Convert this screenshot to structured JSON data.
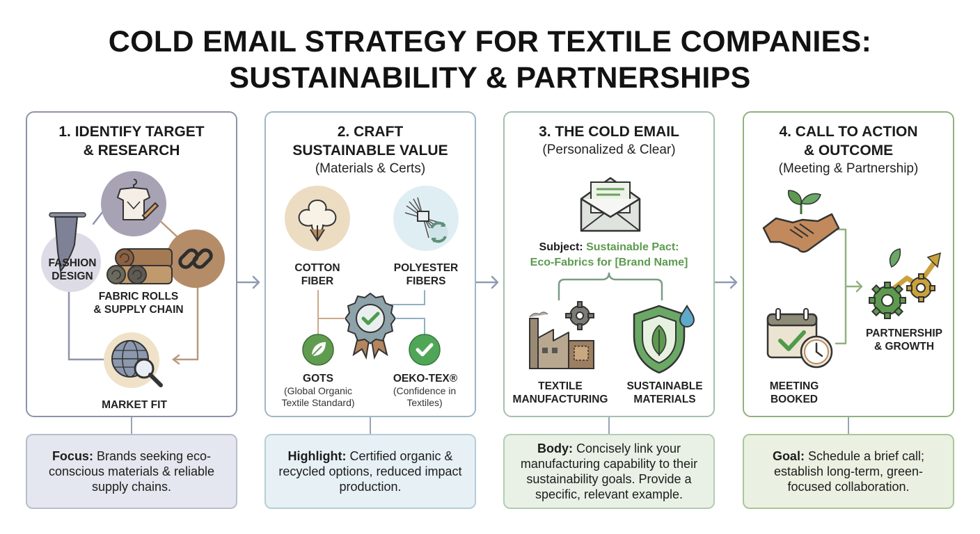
{
  "title": {
    "line1": "COLD EMAIL STRATEGY FOR TEXTILE COMPANIES:",
    "line2": "SUSTAINABILITY & PARTNERSHIPS"
  },
  "colors": {
    "step1": "#8c93a8",
    "step2": "#9fb6c4",
    "step3": "#a5bfae",
    "step4": "#8fb27c",
    "accent_green": "#5d9a4f"
  },
  "steps": [
    {
      "title_line1": "1. IDENTIFY TARGET",
      "title_line2": "& RESEARCH",
      "items": {
        "fashion": {
          "line1": "FASHION",
          "line2": "DESIGN",
          "icon": "dress-icon"
        },
        "fabric": {
          "line1": "FABRIC ROLLS",
          "line2": "& SUPPLY CHAIN",
          "icon": "fabric-rolls-icon"
        },
        "chain": {
          "icon": "chain-link-icon"
        },
        "market": {
          "label": "MARKET FIT",
          "icon": "globe-magnifier-icon"
        }
      },
      "note_label": "Focus:",
      "note_text": " Brands seeking eco-conscious materials & reliable supply chains."
    },
    {
      "title_line1": "2. CRAFT",
      "title_line2": "SUSTAINABLE VALUE",
      "subtitle": "(Materials & Certs)",
      "items": {
        "cotton": {
          "line1": "COTTON",
          "line2": "FIBER",
          "icon": "cotton-icon"
        },
        "polyester": {
          "line1": "POLYESTER",
          "line2": "FIBERS",
          "icon": "recycle-fibers-icon"
        },
        "badge": {
          "icon": "certified-badge-icon"
        },
        "gots": {
          "label": "GOTS",
          "sub1": "(Global Organic",
          "sub2": "Textile Standard)",
          "icon": "leaf-icon"
        },
        "oeko": {
          "label": "OEKO-TEX®",
          "sub1": "(Confidence in",
          "sub2": "Textiles)",
          "icon": "check-circle-icon"
        }
      },
      "note_label": "Highlight:",
      "note_text": " Certified organic & recycled options, reduced impact production."
    },
    {
      "title_line1": "3. THE COLD EMAIL",
      "subtitle": "(Personalized & Clear)",
      "subject_label": "Subject:",
      "subject_line1": "Sustainable Pact:",
      "subject_line2": "Eco-Fabrics for [Brand Name]",
      "items": {
        "manufacturing": {
          "line1": "TEXTILE",
          "line2": "MANUFACTURING",
          "icon": "factory-icon"
        },
        "materials": {
          "line1": "SUSTAINABLE",
          "line2": "MATERIALS",
          "icon": "shield-leaf-icon"
        },
        "envelope": {
          "icon": "envelope-icon"
        }
      },
      "note_label": "Body:",
      "note_text": " Concisely link your manufacturing capability to their sustainability goals. Provide a specific, relevant example."
    },
    {
      "title_line1": "4. CALL TO ACTION",
      "title_line2": "& OUTCOME",
      "subtitle": "(Meeting & Partnership)",
      "items": {
        "handshake": {
          "icon": "handshake-icon"
        },
        "meeting": {
          "line1": "MEETING",
          "line2": "BOOKED",
          "icon": "calendar-clock-icon"
        },
        "partnership": {
          "line1": "PARTNERSHIP",
          "line2": "& GROWTH",
          "icon": "gears-growth-icon"
        }
      },
      "note_label": "Goal:",
      "note_text": " Schedule a brief call; establish long-term, green-focused collaboration."
    }
  ]
}
